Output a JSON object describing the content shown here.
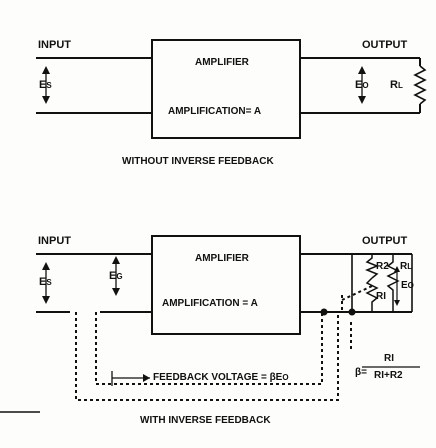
{
  "top": {
    "input": "INPUT",
    "output": "OUTPUT",
    "es": "E",
    "es_sub": "S",
    "eo": "E",
    "eo_sub": "O",
    "rl": "R",
    "rl_sub": "L",
    "box_title": "AMPLIFIER",
    "box_amp": "AMPLIFICATION= A",
    "caption": "WITHOUT  INVERSE  FEEDBACK"
  },
  "bottom": {
    "input": "INPUT",
    "output": "OUTPUT",
    "es": "E",
    "es_sub": "S",
    "eg": "E",
    "eg_sub": "G",
    "box_title": "AMPLIFIER",
    "box_amp": "AMPLIFICATION = A",
    "r2": "R2",
    "rl": "R",
    "rl_sub": "L",
    "r1": "RI",
    "eo": "E",
    "eo_sub": "O",
    "feedback": "FEEDBACK  VOLTAGE = βE",
    "feedback_sub": "O",
    "beta": "β=",
    "beta_num": "RI",
    "beta_den": "RI+R2",
    "caption": "WITH  INVERSE  FEEDBACK"
  },
  "colors": {
    "ink": "#111111",
    "paper": "#fdfdfb"
  }
}
